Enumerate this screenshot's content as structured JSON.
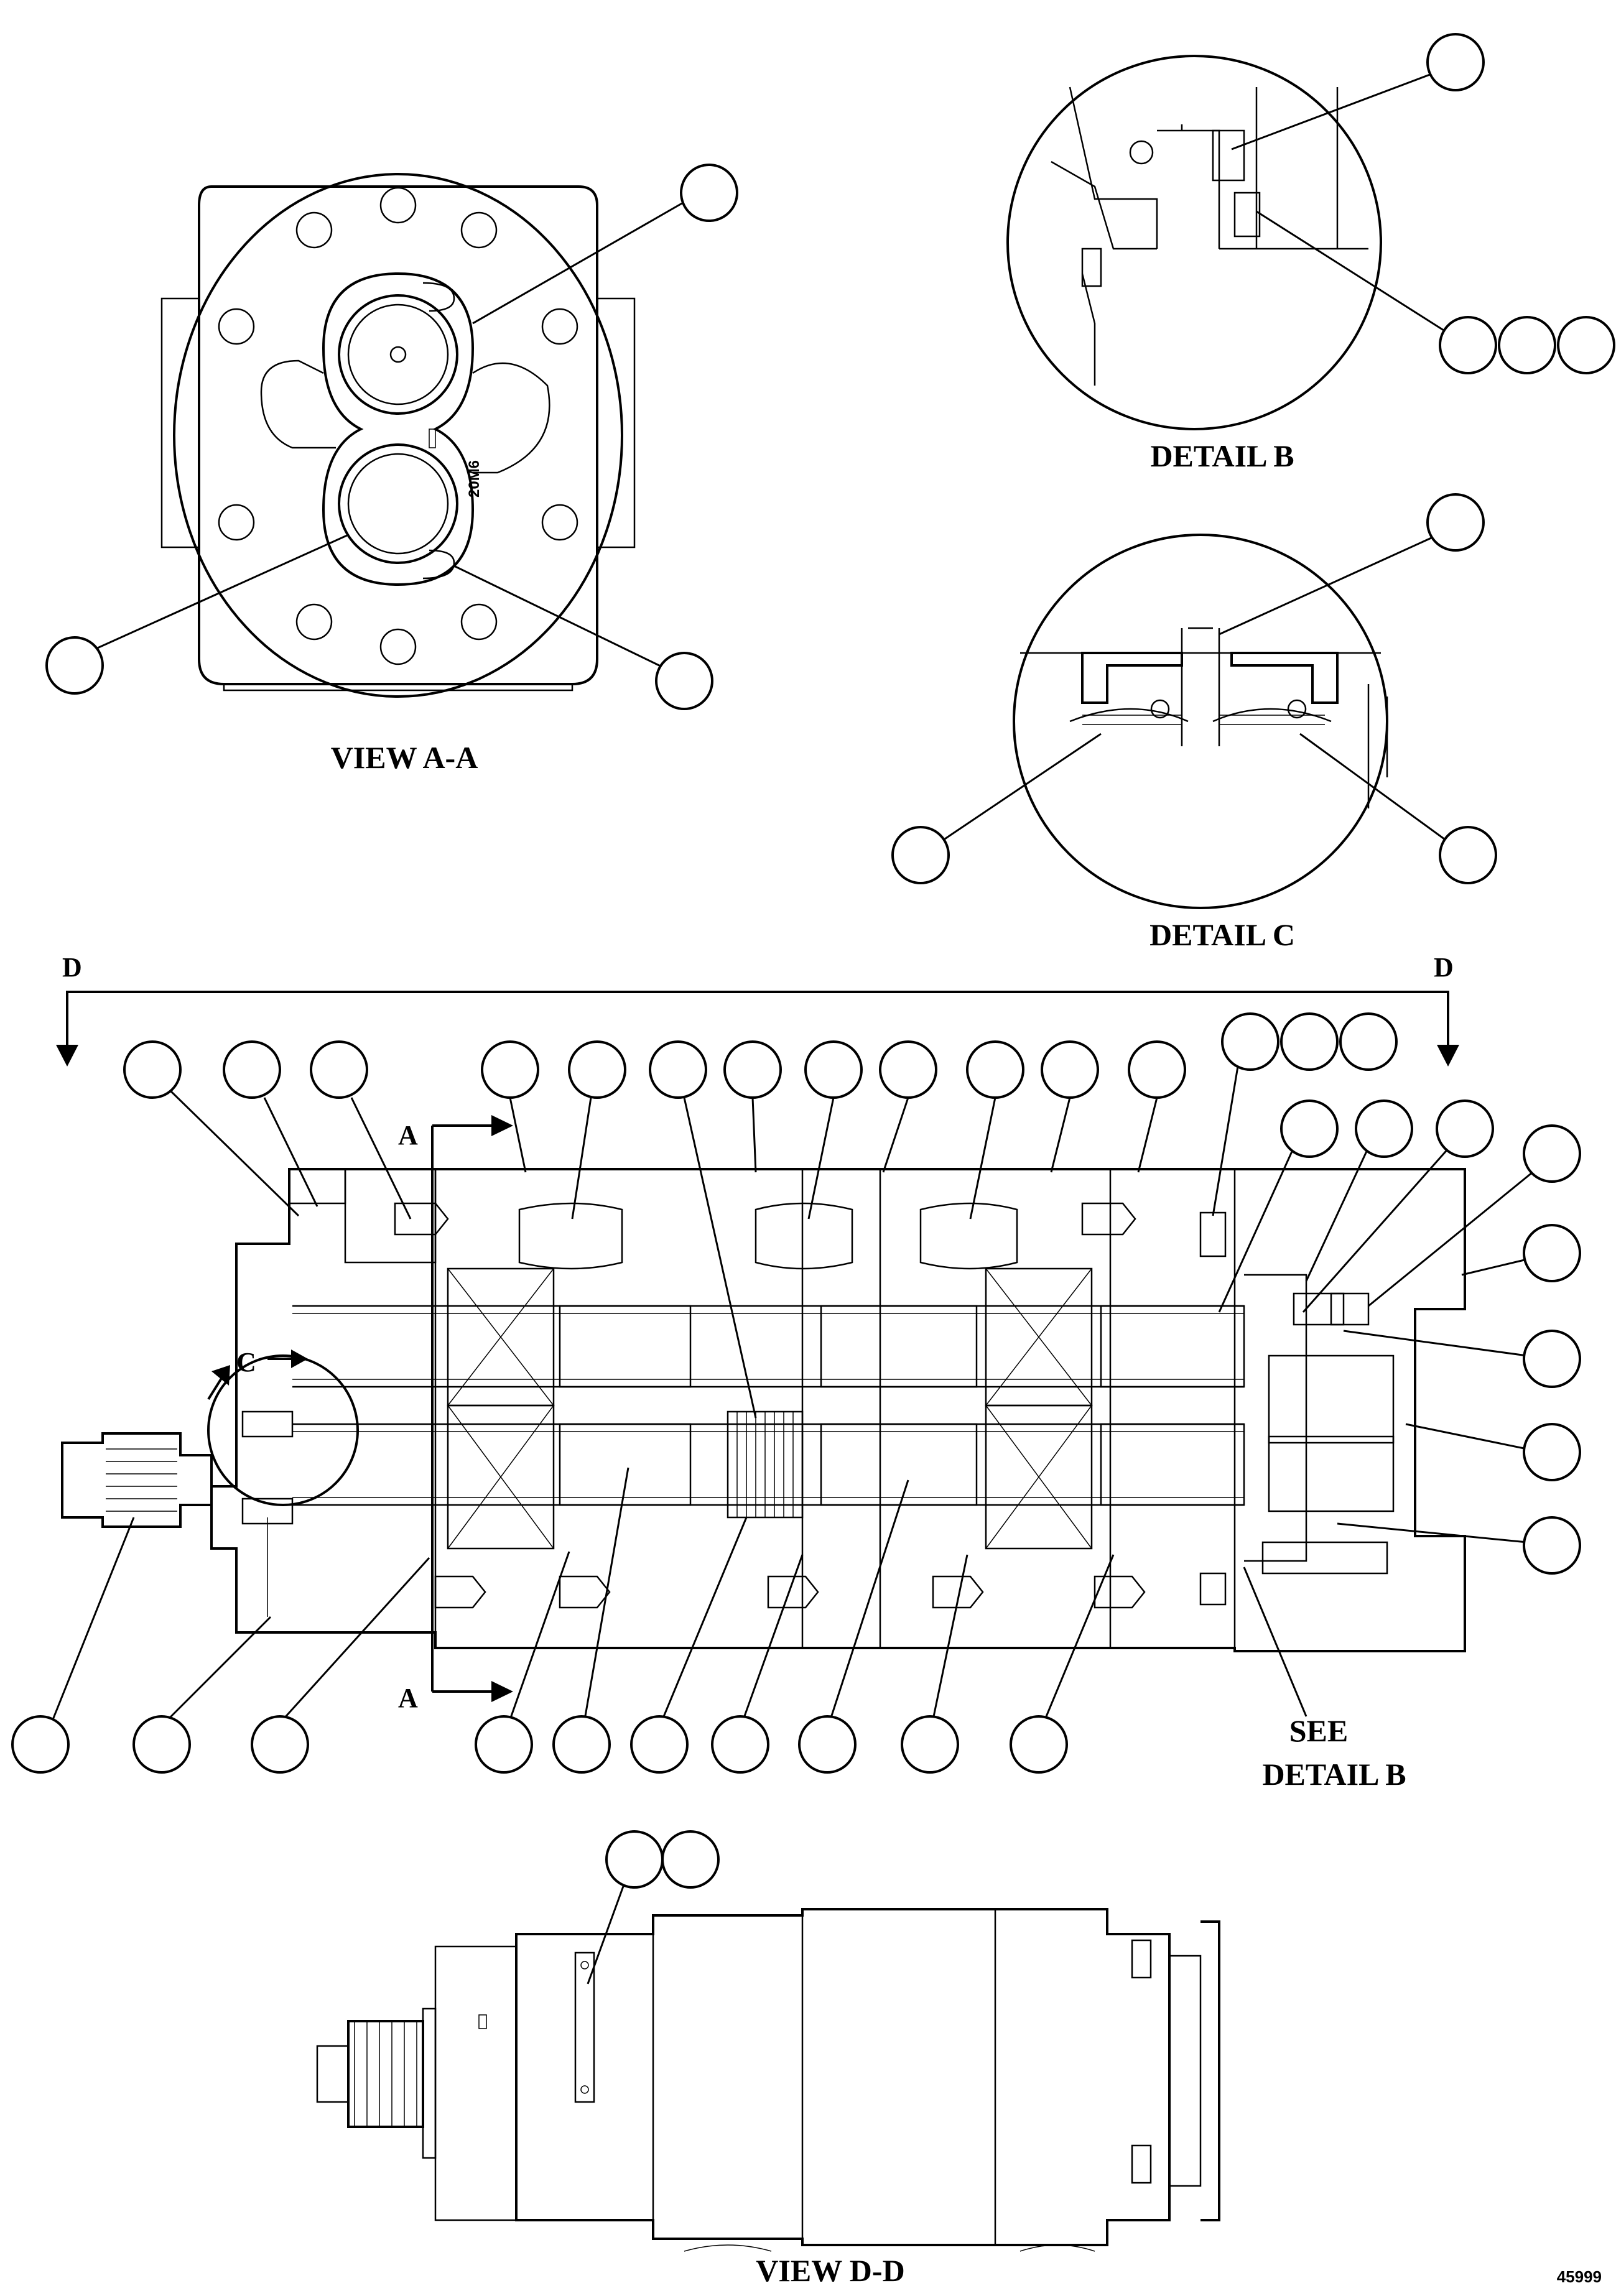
{
  "labels": {
    "view_aa": "VIEW A-A",
    "detail_b": "DETAIL B",
    "detail_c": "DETAIL C",
    "see_detail_b_line1": "SEE",
    "see_detail_b_line2": "DETAIL B",
    "view_dd": "VIEW D-D",
    "section_d_left": "D",
    "section_d_right": "D",
    "section_a_top": "A",
    "section_a_bottom": "A",
    "detail_callout_c": "C",
    "drawing_number": "45999"
  },
  "colors": {
    "line": "#000000",
    "background": "#ffffff"
  }
}
